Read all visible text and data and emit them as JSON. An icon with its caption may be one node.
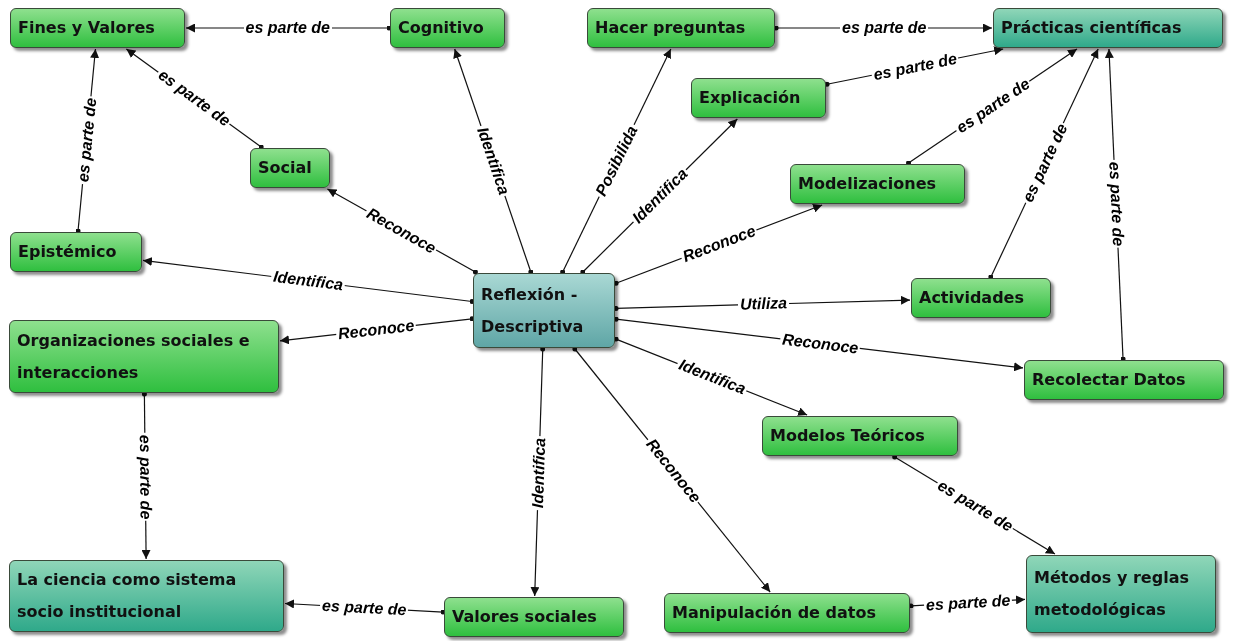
{
  "diagram": {
    "nodes": [
      {
        "text": [
          "Fines y Valores"
        ]
      },
      {
        "text": [
          "Cognitivo"
        ]
      },
      {
        "text": [
          "Hacer preguntas"
        ]
      },
      {
        "text": [
          "Prácticas científicas"
        ]
      },
      {
        "text": [
          "Explicación"
        ]
      },
      {
        "text": [
          "Social"
        ]
      },
      {
        "text": [
          "Modelizaciones"
        ]
      },
      {
        "text": [
          "Epistémico"
        ]
      },
      {
        "text": [
          "Reflexión - Descriptiva"
        ]
      },
      {
        "text": [
          "Actividades"
        ]
      },
      {
        "text": [
          "Organizaciones sociales e interacciones"
        ]
      },
      {
        "text": [
          "Recolectar Datos"
        ]
      },
      {
        "text": [
          "Modelos Teóricos"
        ]
      },
      {
        "text": [
          "La ciencia como sistema socio institucional"
        ]
      },
      {
        "text": [
          "Valores sociales"
        ]
      },
      {
        "text": [
          "Manipulación de datos"
        ]
      },
      {
        "text": [
          "Métodos y reglas metodológicas"
        ]
      }
    ],
    "edges": [
      {
        "from": 1,
        "to": 0,
        "arrow": "to",
        "label": "es parte de"
      },
      {
        "from": 5,
        "to": 0,
        "arrow": "to",
        "label": "es parte de"
      },
      {
        "from": 7,
        "to": 0,
        "arrow": "to",
        "label": "es parte de"
      },
      {
        "from": 2,
        "to": 3,
        "arrow": "to",
        "label": "es parte de"
      },
      {
        "from": 4,
        "to": 3,
        "arrow": "to",
        "label": "es parte de"
      },
      {
        "from": 6,
        "to": 3,
        "arrow": "to",
        "label": "es parte de"
      },
      {
        "from": 9,
        "to": 3,
        "arrow": "to",
        "label": "es parte de"
      },
      {
        "from": 11,
        "to": 3,
        "arrow": "to",
        "label": "es parte de"
      },
      {
        "from": 8,
        "to": 1,
        "arrow": "to",
        "label": "Identifica"
      },
      {
        "from": 8,
        "to": 2,
        "arrow": "to",
        "label": "Posibilida"
      },
      {
        "from": 8,
        "to": 4,
        "arrow": "to",
        "label": "Identifica"
      },
      {
        "from": 8,
        "to": 5,
        "arrow": "to",
        "label": "Reconoce"
      },
      {
        "from": 8,
        "to": 7,
        "arrow": "to",
        "label": "Identifica"
      },
      {
        "from": 8,
        "to": 6,
        "arrow": "to",
        "label": "Reconoce"
      },
      {
        "from": 8,
        "to": 9,
        "arrow": "to",
        "label": "Utiliza"
      },
      {
        "from": 8,
        "to": 10,
        "arrow": "to",
        "label": "Reconoce"
      },
      {
        "from": 8,
        "to": 11,
        "arrow": "to",
        "label": "Reconoce"
      },
      {
        "from": 8,
        "to": 12,
        "arrow": "to",
        "label": "Identifica"
      },
      {
        "from": 8,
        "to": 14,
        "arrow": "to",
        "label": "Identifica"
      },
      {
        "from": 8,
        "to": 15,
        "arrow": "to",
        "label": "Reconoce"
      },
      {
        "from": 10,
        "to": 13,
        "arrow": "to",
        "label": "es parte de"
      },
      {
        "from": 14,
        "to": 13,
        "arrow": "to",
        "label": "es parte de"
      },
      {
        "from": 12,
        "to": 16,
        "arrow": "to",
        "label": "es parte de"
      },
      {
        "from": 15,
        "to": 16,
        "arrow": "to",
        "label": "es parte de"
      }
    ]
  }
}
